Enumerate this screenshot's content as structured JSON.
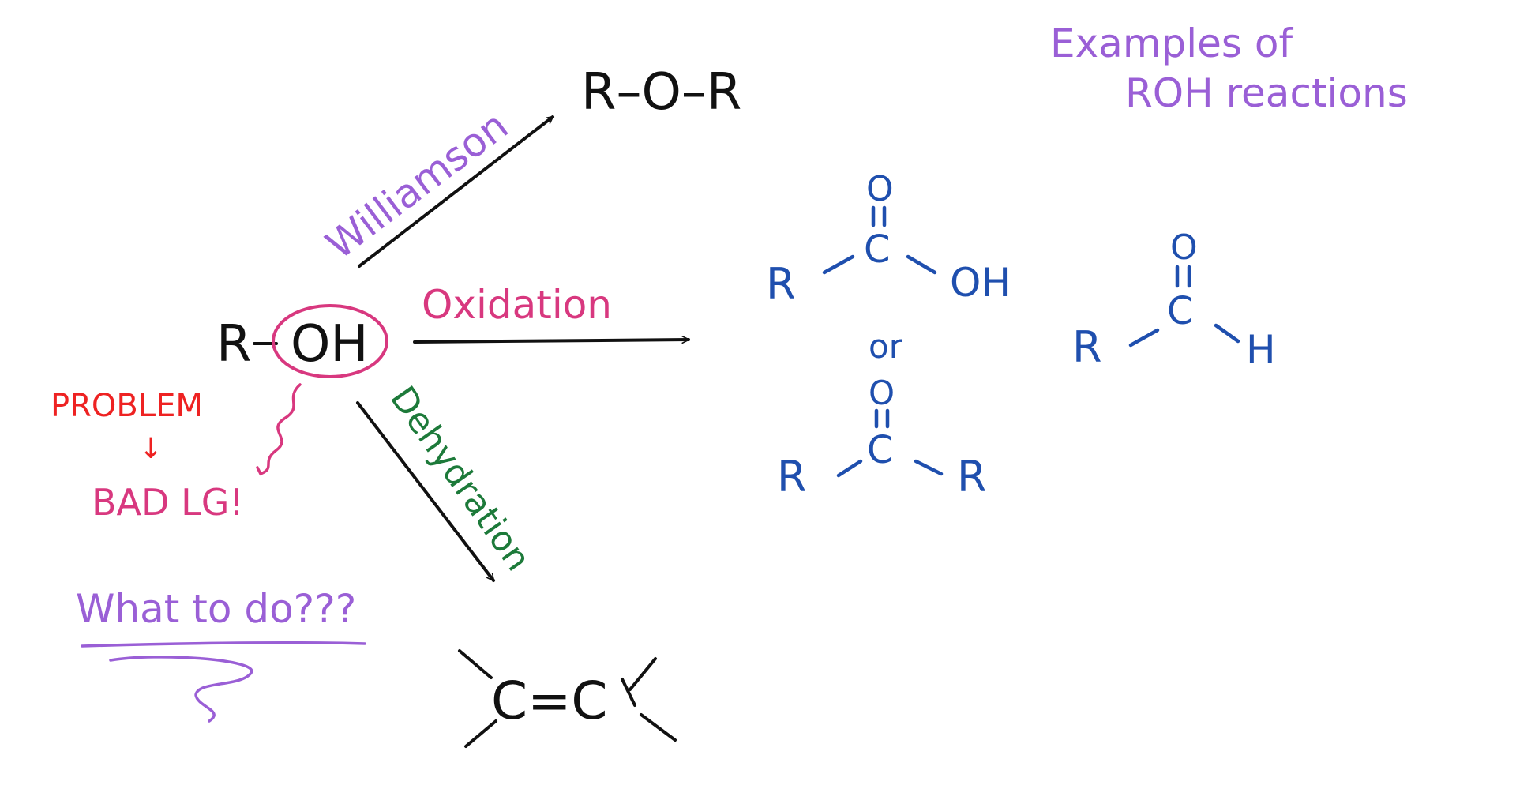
{
  "title": {
    "line1": "Examples of",
    "line2": "ROH reactions"
  },
  "reactant": {
    "r": "R",
    "oh": "OH"
  },
  "problem": {
    "label": "PROBLEM",
    "arrow": "↓",
    "conclusion": "BAD LG!"
  },
  "question": "What to do???",
  "reactions": {
    "williamson": {
      "label": "Williamson",
      "product": "R–O–R"
    },
    "oxidation": {
      "label": "Oxidation",
      "carboxylic_acid": {
        "o": "O",
        "c": "C",
        "r": "R",
        "oh": "OH"
      },
      "or_label": "or",
      "ketone": {
        "o": "O",
        "c": "C",
        "r_left": "R",
        "r_right": "R"
      },
      "aldehyde": {
        "o": "O",
        "c": "C",
        "r": "R",
        "h": "H"
      }
    },
    "dehydration": {
      "label": "Dehydration",
      "product": "C=C"
    }
  },
  "colors": {
    "black": "#111111",
    "blue": "#1f4fae",
    "purple": "#9a5fd6",
    "pink": "#d8387f",
    "red": "#ee2222",
    "green": "#1d7a3a"
  }
}
